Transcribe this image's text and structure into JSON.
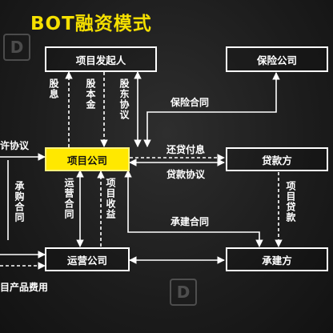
{
  "title": "BOT融资模式",
  "boxes": {
    "initiator": "项目发起人",
    "insurance": "保险公司",
    "project_company": "项目公司",
    "lender": "贷款方",
    "operator": "运营公司",
    "contractor": "承建方"
  },
  "labels": {
    "dividend": "股息",
    "equity": "股本金",
    "shareholder_agreement": "股东协议",
    "insurance_contract": "保险合同",
    "repayment": "还贷付息",
    "loan_agreement": "贷款协议",
    "project_loan": "项目贷款",
    "construction_contract": "承建合同",
    "operation_contract": "运营合同",
    "project_revenue": "项目收益",
    "purchase_contract": "承购合同",
    "permit_agreement_partial": "许协议",
    "product_fee_partial": "目产品费用"
  },
  "colors": {
    "accent": "#ffe800",
    "line": "#ffffff",
    "background": "#1c1c1c"
  },
  "watermark_icon": "d-logo-watermark-icon"
}
